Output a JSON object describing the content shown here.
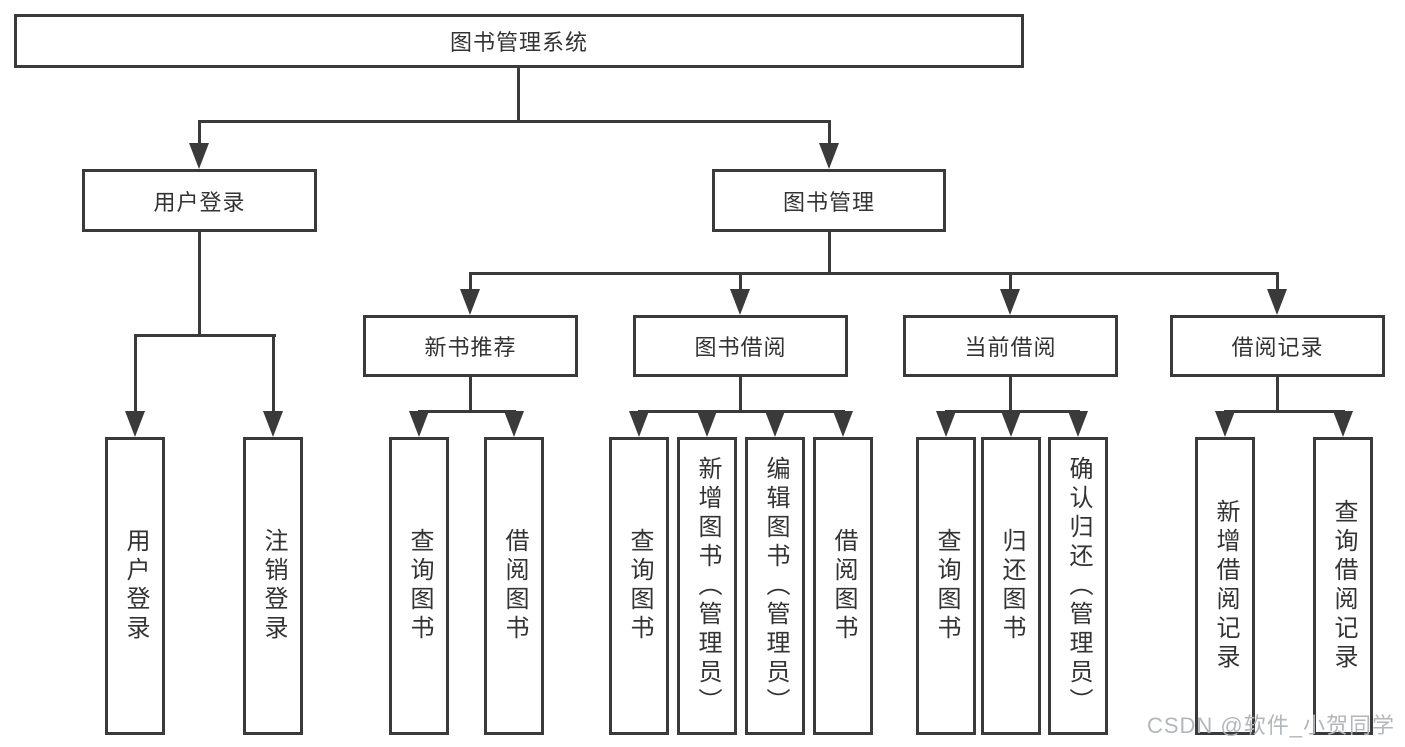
{
  "diagram": {
    "title": "图书管理系统",
    "tree": {
      "label": "图书管理系统",
      "children": [
        {
          "label": "用户登录",
          "children": [
            {
              "label": "用户登录"
            },
            {
              "label": "注销登录"
            }
          ]
        },
        {
          "label": "图书管理",
          "children": [
            {
              "label": "新书推荐",
              "children": [
                {
                  "label": "查询图书"
                },
                {
                  "label": "借阅图书"
                }
              ]
            },
            {
              "label": "图书借阅",
              "children": [
                {
                  "label": "查询图书"
                },
                {
                  "label": "新增图书（管理员）"
                },
                {
                  "label": "编辑图书（管理员）"
                },
                {
                  "label": "借阅图书"
                }
              ]
            },
            {
              "label": "当前借阅",
              "children": [
                {
                  "label": "查询图书"
                },
                {
                  "label": "归还图书"
                },
                {
                  "label": "确认归还（管理员）"
                }
              ]
            },
            {
              "label": "借阅记录",
              "children": [
                {
                  "label": "新增借阅记录"
                },
                {
                  "label": "查询借阅记录"
                }
              ]
            }
          ]
        }
      ]
    },
    "colors": {
      "line": "#3a3a3a",
      "text": "#333333",
      "background": "#ffffff",
      "watermark": "#b2b7bc"
    }
  },
  "watermark": {
    "text": "CSDN @软件_小贺同学"
  }
}
